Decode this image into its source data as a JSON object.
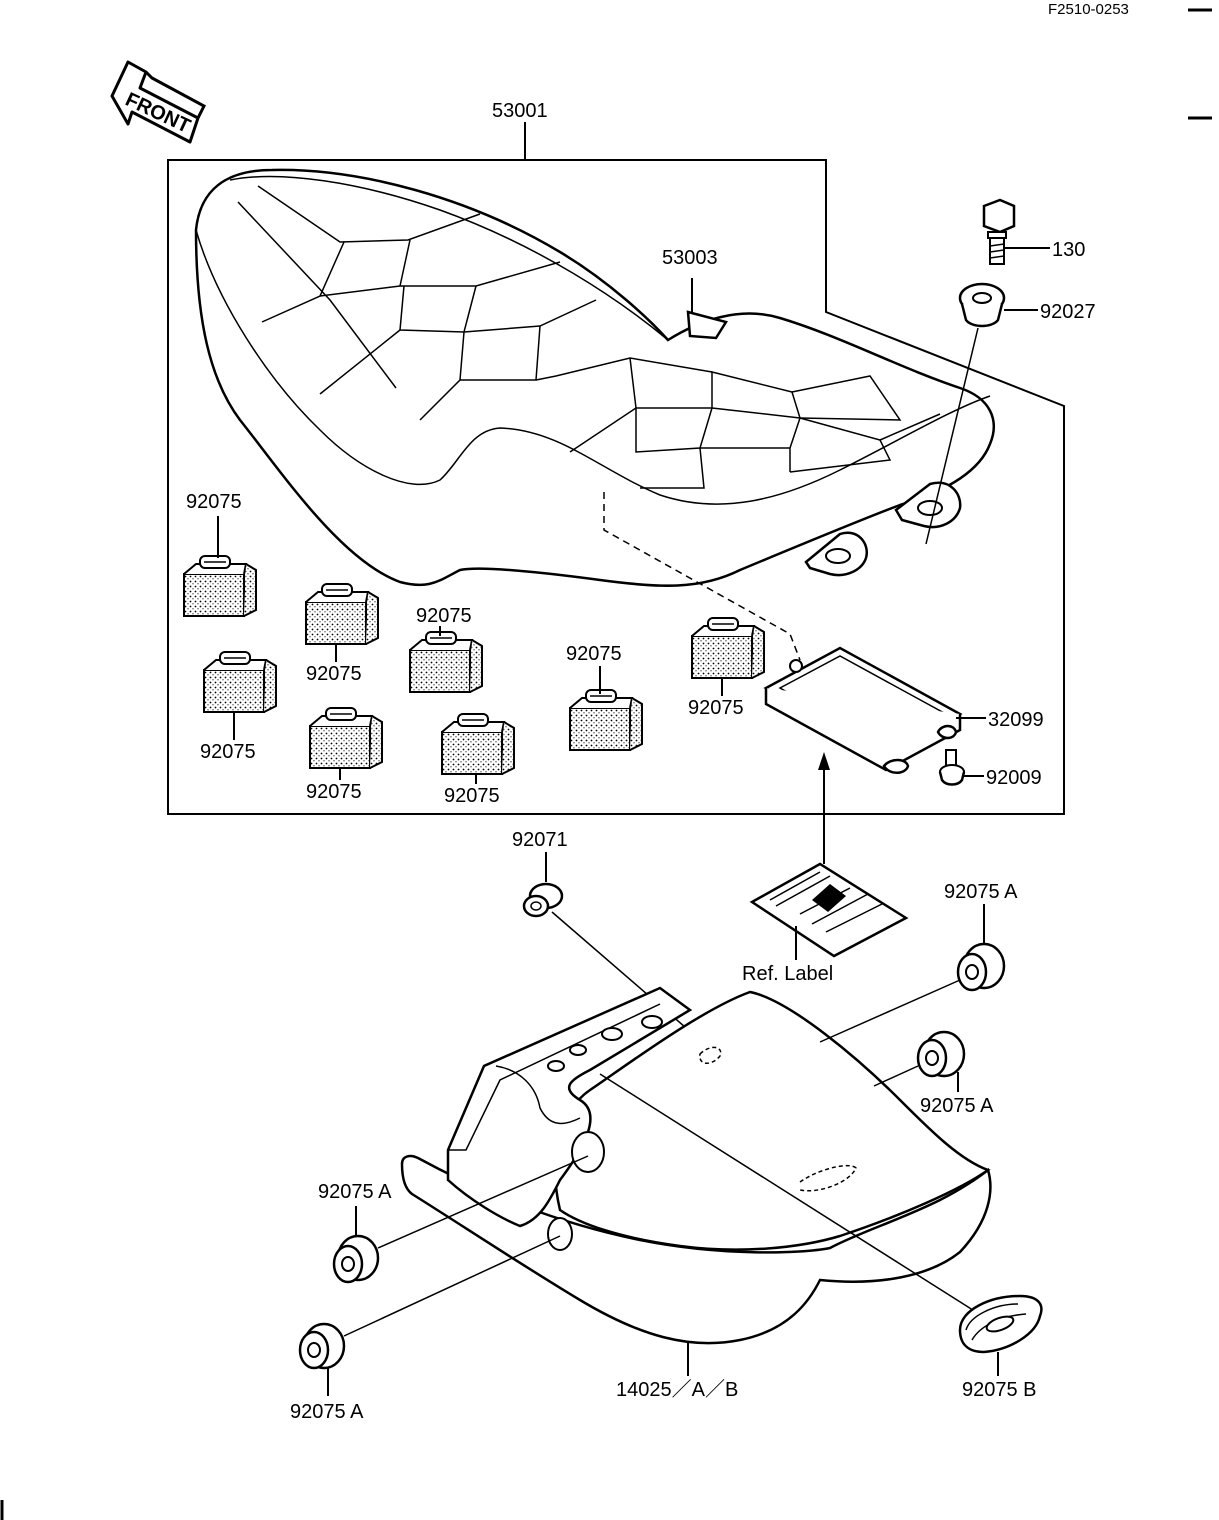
{
  "diagram_code": "F2510-0253",
  "front_label": "FRONT",
  "labels": {
    "seat": "53001",
    "seat_cover": "53003",
    "bolt": "130",
    "washer": "92027",
    "damper": "92075",
    "case": "32099",
    "screw": "92009",
    "grommet": "92071",
    "ref_label": "Ref. Label",
    "cover": "14025／A／B",
    "damper_a": "92075 A",
    "damper_b": "92075 B"
  },
  "colors": {
    "ink": "#000000",
    "paper": "#ffffff"
  }
}
